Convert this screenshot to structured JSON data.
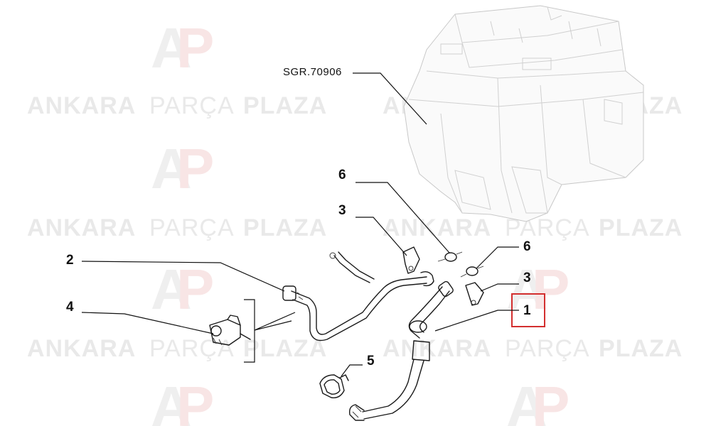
{
  "watermark": {
    "word1": "ANKARA",
    "word2": "PARÇA",
    "word3": "PLAZA",
    "logo_icon": "ap-logo-icon"
  },
  "reference": {
    "label": "SGR.70906"
  },
  "callouts": {
    "c1": "1",
    "c2": "2",
    "c3a": "3",
    "c3b": "3",
    "c4": "4",
    "c5": "5",
    "c6a": "6",
    "c6b": "6"
  },
  "highlight": {
    "color": "#d32f2f",
    "target": "1"
  }
}
